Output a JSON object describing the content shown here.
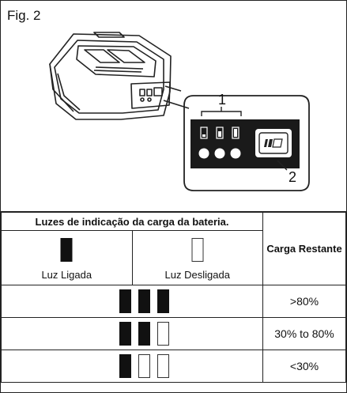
{
  "figure": {
    "label": "Fig. 2",
    "callout_1": "1",
    "callout_2": "2"
  },
  "table": {
    "header_title": "Luzes de indicação da carga da bateria.",
    "header_right": "Carga Restante",
    "legend_on_label": "Luz Ligada",
    "legend_off_label": "Luz Desligada",
    "rows": [
      {
        "bars": [
          true,
          true,
          true
        ],
        "value": ">80%"
      },
      {
        "bars": [
          true,
          true,
          false
        ],
        "value": "30% to 80%"
      },
      {
        "bars": [
          true,
          false,
          false
        ],
        "value": "<30%"
      }
    ]
  },
  "colors": {
    "ink": "#111111",
    "line": "#222222"
  }
}
